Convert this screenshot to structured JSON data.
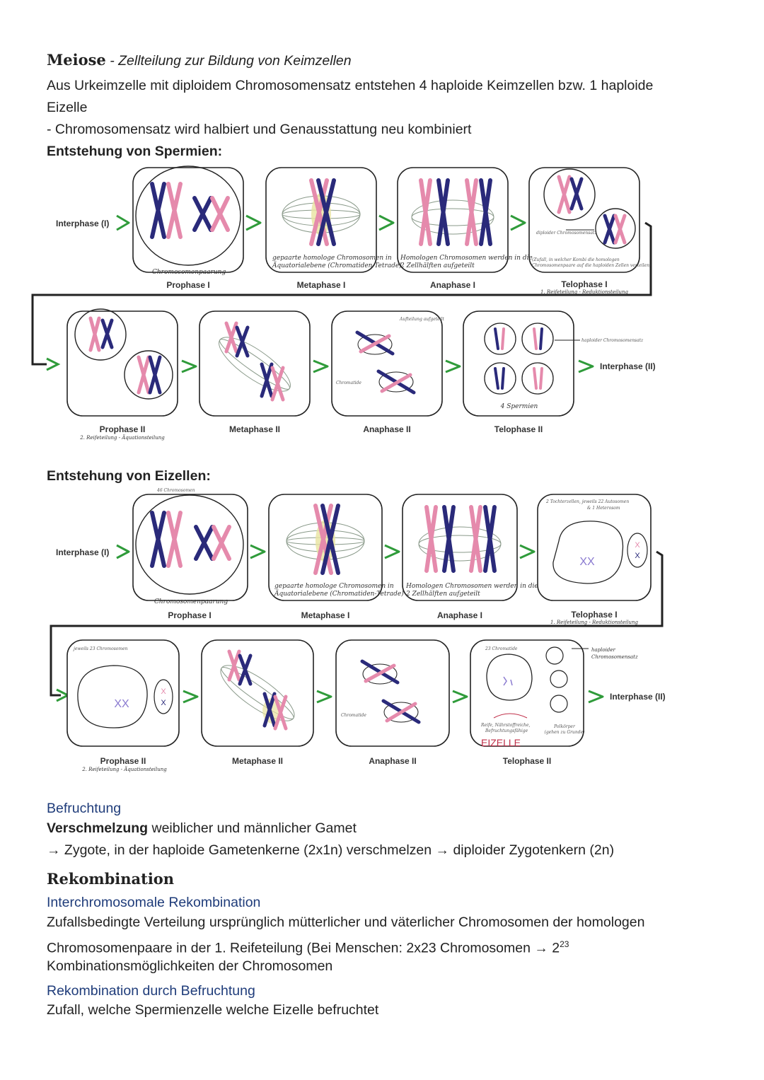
{
  "header": {
    "title_hand": "Meiose",
    "title_sub": " - Zellteilung zur Bildung von Keimzellen",
    "line1": "Aus Urkeimzelle mit diploidem Chromosomensatz entstehen 4 haploide Keimzellen bzw. 1 haploide",
    "line2": "Eizelle",
    "line3": "- Chromosomensatz wird halbiert und Genausstattung neu kombiniert"
  },
  "sperm": {
    "heading": "Entstehung von Spermien:",
    "interphase1": "Interphase (I)",
    "interphase2": "Interphase (II)",
    "prophase1": "Prophase I",
    "metaphase1": "Metaphase I",
    "anaphase1": "Anaphase I",
    "telophase1": "Telophase I",
    "prophase2": "Prophase II",
    "metaphase2": "Metaphase II",
    "anaphase2": "Anaphase II",
    "telophase2": "Telophase II",
    "note_pairing": "Chromosomenpaarung",
    "note_meta1a": "gepaarte homologe Chromosomen in",
    "note_meta1b": "Äquatorialebene (Chromatiden-Tetrade)",
    "note_ana1a": "Homologen Chromosomen werden in die",
    "note_ana1b": "2 Zellhälften aufgeteilt",
    "note_tel1_diploid": "diploider Chromosomensatz",
    "note_tel1_zufall_a": "(Zufall, in welcher Kombi die homologen",
    "note_tel1_zufall_b": "Chromosomenpaare auf die haploiden Zellen verteilen)",
    "note_reif1": "1. Reifeteilung - Reduktionsteilung",
    "note_reif2": "2. Reifeteilung - Äquationsteilung",
    "note_aufteilung": "Aufteilung aufgeteilt",
    "note_chromatide": "Chromatide",
    "note_4sperm": "4 Spermien",
    "note_haploid": "haploider Chromosomensatz"
  },
  "egg": {
    "heading": "Entstehung von Eizellen:",
    "note_46": "46 Chromosomen",
    "interphase1": "Interphase (I)",
    "interphase2": "Interphase (II)",
    "prophase1": "Prophase I",
    "metaphase1": "Metaphase I",
    "anaphase1": "Anaphase I",
    "telophase1": "Telophase I",
    "prophase2": "Prophase II",
    "metaphase2": "Metaphase II",
    "anaphase2": "Anaphase II",
    "telophase2": "Telophase II",
    "note_pairing": "Chromosomenpaarung",
    "note_meta1a": "gepaarte homologe Chromosomen in",
    "note_meta1b": "Äquatorialebene (Chromatiden-Tetrade)",
    "note_ana1a": "Homologen Chromosomen werden in die",
    "note_ana1b": "2 Zellhälften aufgeteilt",
    "note_tochter_a": "2 Tochterzellen, jeweils 22 Autosomen",
    "note_tochter_b": "& 1 Heterosom",
    "note_reif1": "1. Reifeteilung - Reduktionsteilung",
    "note_reif2": "2. Reifeteilung - Äquationsteilung",
    "note_23": "jeweils 23 Chromosomen",
    "note_23c": "23 Chromatide",
    "note_chromatide": "Chromatide",
    "note_haploid_a": "haploider",
    "note_haploid_b": "Chromosomensatz",
    "note_reservestoffe_a": "Reife, Nährstoffreiche,",
    "note_reservestoffe_b": "Befruchtungsfähige",
    "note_eizelle": "EIZELLE",
    "note_polkoerper_a": "Polkörper",
    "note_polkoerper_b": "(gehen zu Grunde)",
    "xx": "XX",
    "x": "X"
  },
  "befruchtung": {
    "heading": "Befruchtung",
    "line1_bold": "Verschmelzung",
    "line1_rest": " weiblicher und männlicher Gamet",
    "line2": "→ Zygote, in der haploide Gametenkerne (2x1n) verschmelzen → diploider Zygotenkern (2n)"
  },
  "rekombination": {
    "heading": "Rekombination",
    "sub1": "Interchromosomale Rekombination",
    "p1_line1": "Zufallsbedingte Verteilung ursprünglich mütterlicher und väterlicher Chromosomen der homologen",
    "p1_line2a": "Chromosomenpaare in der 1. Reifeteilung (Bei Menschen: 2x23 Chromosomen → 2",
    "p1_line2_sup": "23",
    "p1_line3": "Kombinationsmöglichkeiten der Chromosomen",
    "sub2": "Rekombination durch Befruchtung",
    "p2": "Zufall, welche Spermienzelle welche Eizelle befruchtet"
  },
  "colors": {
    "pink": "#e58aac",
    "navy": "#2a2a7a",
    "arrow": "#2f9b3a",
    "spindle": "#8a9a8a",
    "yellow": "#e8e3a0",
    "heading_blue": "#1f3c7a"
  }
}
